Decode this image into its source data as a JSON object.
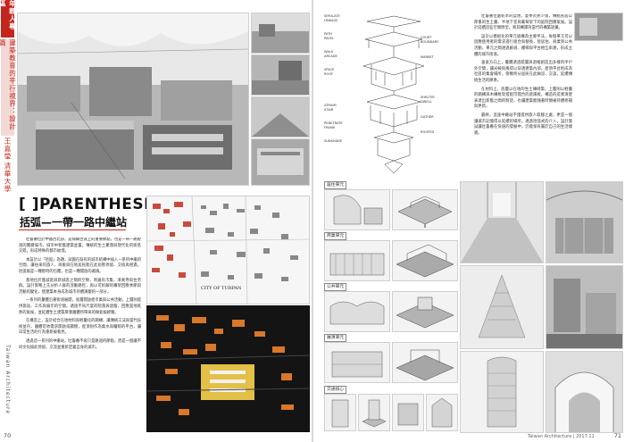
{
  "left_page": {
    "sidebar": {
      "tab1": "年輕人專區",
      "tab2": "建築教育的平行視界：設計篇",
      "tab3": "王嘉瑩",
      "tab4": "清華大學",
      "journal": "Taiwan Architecture"
    },
    "page_number": "70",
    "title_en": "[ ]PARENTHESES",
    "title_cn": "括弧—一帶一路中繼站",
    "map_caption": "CITY OF TURPAN",
    "body_paragraphs": [
      "吐魯番位於中國西北部，是絲綢古道上的重要節點，也是一帶一路經過的關鍵城市。城市中新舊建築並置，傳統的生土聚落與現代化的街區交錯，形成特殊的都市紋理。",
      "本設計以「括弧」為題，試圖在既有的城市結構中插入一系列中繼的空間，讓往來的旅人、商販與在地居民能在此短暫停留、交換與相遇。括弧既是一種暫時的包覆，也是一種開放的邀請。",
      "基地位於舊城區與新城區之間的空隙，周邊有市集、清真寺與住宅群。設計策略上先分析人群的流動路徑，再以可拆解的構架回應季節與活動的變化，使建築本身成為城市持續演變的一部分。",
      "一系列的量體沿著街道展開，底層開放給市集與公共活動，上層則提供旅居、工作與展示的空間。透過不同尺度的院落與遮蔭，回應當地乾熱的氣候，並延續生土建築厚重牆體所帶來的微氣候經驗。",
      "在構造上，設計結合在地材料與輕量化的鋼構，讓傳統工法與當代技術並存。牆體可依需求開啟或關閉，屋頂則作為集水與曬晾的平台，讓日常生活的行為重新被看見。",
      "透過這一系列的中繼站，吐魯番不再只是路過的節點，而是一個讓不同文化彼此停留、交流並重新定義自身的城市。"
    ]
  },
  "right_page": {
    "page_number": "71",
    "journal_footer": "Taiwan Architecture | 2017.11",
    "legend_items": [
      "SIMULATE",
      "LINKAGE",
      "PATH",
      "PAVEL",
      "WALK",
      "ARCADE",
      "SPACE",
      "ROOF",
      "ATRIUM",
      "STAIR",
      "PENETRATE",
      "FRAME",
      "SUNSHADE",
      "COURT",
      "BOUNDARY",
      "MARKET",
      "SHELTER",
      "DWELL",
      "GATHER",
      "ROOFED"
    ],
    "section_labels": [
      "居住單元",
      "商業單元",
      "公共單元",
      "展演單元",
      "交通核心"
    ],
    "body_paragraphs": [
      "吐魯番位處乾旱的盆地，夏季炎熱少雨，傳統民居以厚重的生土牆、半地下室與葡萄架下的庭院回應氣候。設計延續這些空間原型，將其轉譯為當代的構築語彙。",
      "設計以模組化的單元組構為主要手法，每個單元可以因應使用者的需求進行組合與替換，從居住、商業到公共活動，單元之間透過廊道、樓梯與平台相互串連，形成立體的城市街道。",
      "垂直方向上，量體透過錯層與退縮創造出多樣的半戶外空間，讓光線與風得以穿透建築內部。屋頂平台則成為社區的集會場所，傍晚時分居民在此納涼、交談，延續傳統生活的節奏。",
      "在材料上，底層以在地的生土磚砌築，上層則以輕量的鋼構與木構框架搭配可開合的遮陽板，構造的差異清楚表達出新舊之間的對話，也讓建築能隨著時間被持續修補與更新。",
      "最終，這座中繼站不僅提供旅人歇腳之處，更是一個讓城市記憶得以延續的場所。透過括弧式的介入，設計嘗試讓吐魯番在快速的發展中，仍能保有屬於自己的生活樣貌。"
    ]
  }
}
